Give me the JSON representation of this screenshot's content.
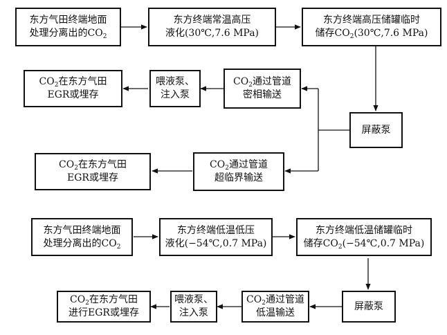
{
  "flow_a": {
    "terminal_separation": {
      "line1": "东方气田终端地面",
      "line2_pre": "处理分离出的CO",
      "line2_sub": "2",
      "line2_post": ""
    },
    "liquefaction": {
      "line1": "东方终端常温高压",
      "line2": "液化(30℃,7.6 MPa)"
    },
    "storage": {
      "line1": "东方终端高压储罐临时",
      "line2_pre": "储存CO",
      "line2_sub": "2",
      "line2_post": "(30℃,7.6 MPa)"
    },
    "shield_pump": {
      "label": "屏蔽泵"
    },
    "dense_pipeline": {
      "line1_pre": "CO",
      "line1_sub": "2",
      "line1_post": "通过管道",
      "line2": "密相输送"
    },
    "feed_pump": {
      "line1": "喂液泵、",
      "line2": "注入泵"
    },
    "egr_dense": {
      "line1_pre": "CO",
      "line1_sub": "2",
      "line1_post": "在东方气田",
      "line2": "EGR或埋存"
    },
    "supercritical_pipeline": {
      "line1_pre": "CO",
      "line1_sub": "2",
      "line1_post": "通过管道",
      "line2": "超临界输送"
    },
    "egr_supercritical": {
      "line1_pre": "CO",
      "line1_sub": "2",
      "line1_post": "在东方气田",
      "line2": "EGR或埋存"
    }
  },
  "flow_b": {
    "terminal_separation": {
      "line1": "东方气田终端地面",
      "line2_pre": "处理分离出的CO",
      "line2_sub": "2",
      "line2_post": ""
    },
    "liquefaction": {
      "line1": "东方终端低温低压",
      "line2": "液化(−54℃,0.7 MPa)"
    },
    "storage": {
      "line1": "东方终端低温储罐临时",
      "line2_pre": "储存CO",
      "line2_sub": "2",
      "line2_post": "(−54℃,0.7 MPa)"
    },
    "shield_pump": {
      "label": "屏蔽泵"
    },
    "lowtemp_pipeline": {
      "line1_pre": "CO",
      "line1_sub": "2",
      "line1_post": "通过管道",
      "line2": "低温输送"
    },
    "feed_pump": {
      "line1": "喂液泵、",
      "line2": "注入泵"
    },
    "egr": {
      "line1_pre": "CO",
      "line1_sub": "2",
      "line1_post": "在东方气田",
      "line2": "进行EGR或埋存"
    }
  }
}
